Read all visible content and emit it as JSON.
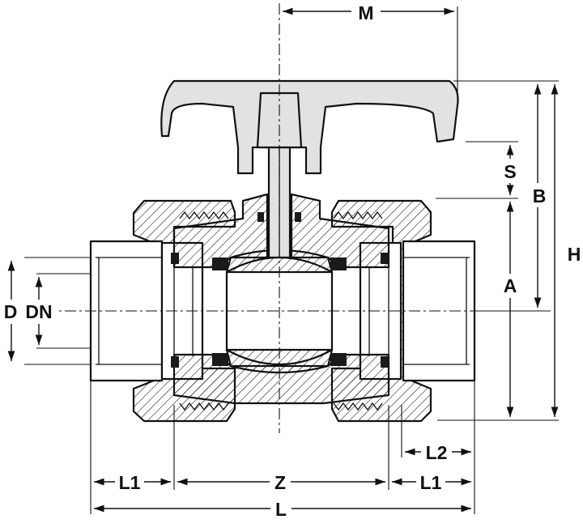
{
  "diagram": {
    "labels": {
      "M": "M",
      "S": "S",
      "B": "B",
      "H": "H",
      "A": "A",
      "D": "D",
      "DN": "DN",
      "L1_left": "L1",
      "Z": "Z",
      "L1_right": "L1",
      "L2": "L2",
      "L": "L"
    }
  }
}
